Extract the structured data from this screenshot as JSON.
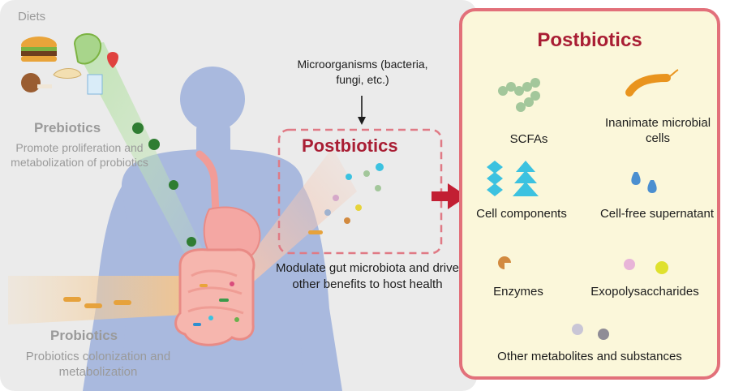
{
  "diagram": {
    "diets_label": "Diets",
    "prebiotics": {
      "title": "Prebiotics",
      "description": "Promote proliferation and metabolization of probiotics"
    },
    "probiotics": {
      "title": "Probiotics",
      "description": "Probiotics colonization and metabolization"
    },
    "microorganisms": "Microorganisms (bacteria, fungi, etc.)",
    "postbiotics_center": "Postbiotics",
    "modulate_text": "Modulate gut microbiota and drive other benefits to host health",
    "postbiotics_panel": {
      "title": "Postbiotics",
      "items": [
        {
          "label": "SCFAs"
        },
        {
          "label": "Inanimate microbial cells"
        },
        {
          "label": "Cell components"
        },
        {
          "label": "Cell-free supernatant"
        },
        {
          "label": "Enzymes"
        },
        {
          "label": "Exopolysaccharides"
        },
        {
          "label": "Other metabolites and substances"
        }
      ]
    },
    "colors": {
      "accent_red": "#a91e34",
      "panel_border": "#e2707a",
      "panel_fill": "#fbf7da",
      "body_blue": "#a9b9de",
      "scfa_green": "#a3c79b",
      "cyan_component": "#3cc2e0"
    }
  }
}
